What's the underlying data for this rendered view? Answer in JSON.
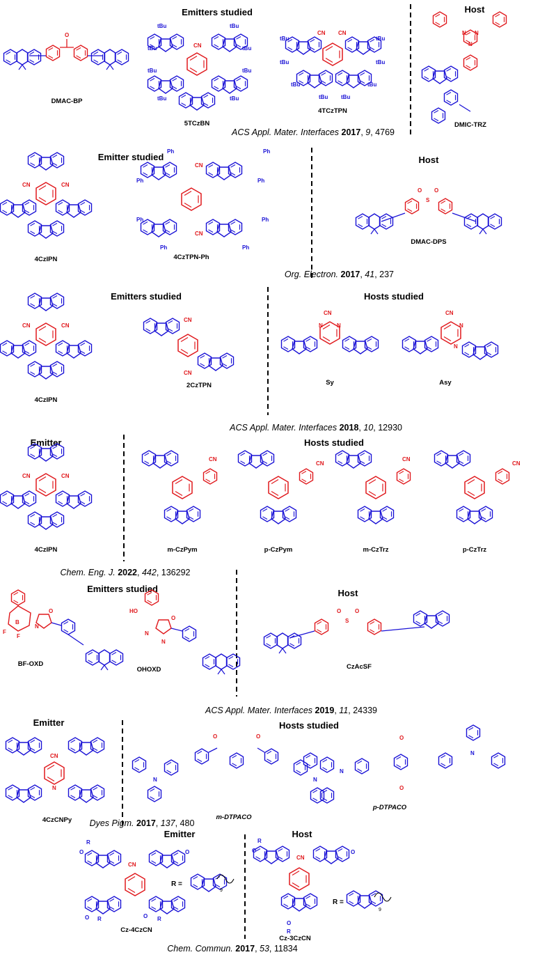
{
  "colors": {
    "donor": "#1a12d6",
    "acceptor": "#e0181c",
    "text": "#000000"
  },
  "rows": [
    {
      "headers": {
        "emitters": "Emitters studied",
        "host": "Host"
      },
      "compounds": [
        "DMAC-BP",
        "5TCzBN",
        "4TCzTPN",
        "DMIC-TRZ"
      ],
      "reference": {
        "journal": "ACS Appl. Mater. Interfaces",
        "year": "2017",
        "volume": "9",
        "pages": ", 4769"
      }
    },
    {
      "headers": {
        "emitters": "Emitter studied",
        "host": "Host"
      },
      "compounds": [
        "4CzIPN",
        "4CzTPN-Ph",
        "DMAC-DPS"
      ],
      "reference": {
        "journal": "Org. Electron.",
        "year": "2017",
        "volume": "41",
        "pages": ", 237"
      }
    },
    {
      "headers": {
        "emitters": "Emitters studied",
        "host": "Hosts studied"
      },
      "compounds": [
        "4CzIPN",
        "2CzTPN",
        "Sy",
        "Asy"
      ],
      "reference": {
        "journal": "ACS Appl. Mater. Interfaces",
        "year": "2018",
        "volume": "10",
        "pages": ", 12930"
      }
    },
    {
      "headers": {
        "emitters": "Emitter",
        "host": "Hosts studied"
      },
      "compounds": [
        "4CzIPN",
        "m-CzPym",
        "p-CzPym",
        "m-CzTrz",
        "p-CzTrz"
      ],
      "reference": {
        "journal": "Chem. Eng. J.",
        "year": "2022",
        "volume": "442",
        "pages": ", 136292"
      }
    },
    {
      "headers": {
        "emitters": "Emitters studied",
        "host": "Host"
      },
      "compounds": [
        "BF-OXD",
        "OHOXD",
        "CzAcSF"
      ],
      "reference": {
        "journal": "ACS Appl. Mater. Interfaces",
        "year": "2019",
        "volume": "11",
        "pages": ", 24339"
      }
    },
    {
      "headers": {
        "emitters": "Emitter",
        "host": "Hosts studied"
      },
      "compounds": [
        "4CzCNPy",
        "m-DTPACO",
        "p-DTPACO"
      ],
      "reference": {
        "journal": "Dyes Pigm.",
        "year": "2017",
        "volume": "137",
        "pages": ", 480"
      }
    },
    {
      "headers": {
        "emitters": "Emitter",
        "host": "Host"
      },
      "compounds": [
        "Cz-4CzCN",
        "Cz-3CzCN"
      ],
      "reference": {
        "journal": "Chem. Commun.",
        "year": "2017",
        "volume": "53",
        "pages": ", 11834"
      }
    }
  ],
  "atoms": {
    "tbu": "tBu",
    "cn": "CN",
    "ph": "Ph",
    "n": "N",
    "o": "O",
    "s": "S",
    "b": "B",
    "f": "F",
    "ho": "HO",
    "r": "R",
    "req": "R =",
    "nine": "9"
  }
}
